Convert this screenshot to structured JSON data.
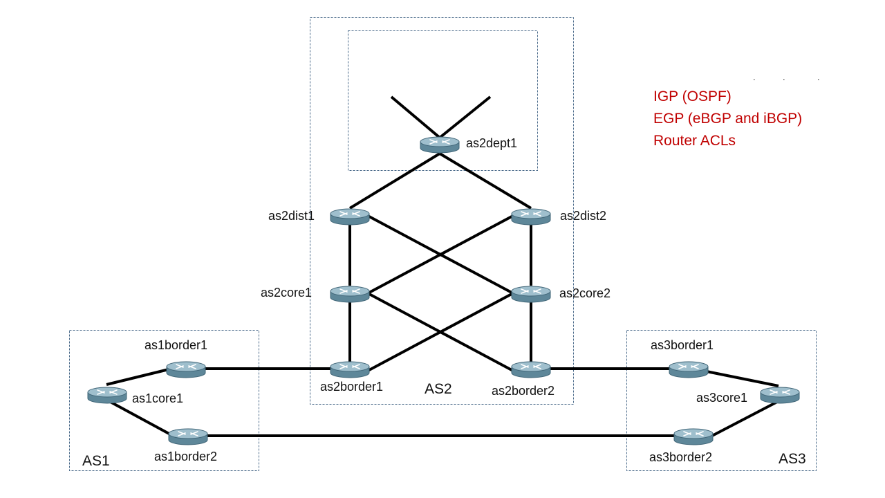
{
  "diagram": {
    "autonomous_systems": [
      {
        "id": "as1",
        "label": "AS1"
      },
      {
        "id": "as2",
        "label": "AS2"
      },
      {
        "id": "as3",
        "label": "AS3"
      }
    ],
    "routers": [
      {
        "id": "as2dept1",
        "label": "as2dept1"
      },
      {
        "id": "as2dist1",
        "label": "as2dist1"
      },
      {
        "id": "as2dist2",
        "label": "as2dist2"
      },
      {
        "id": "as2core1",
        "label": "as2core1"
      },
      {
        "id": "as2core2",
        "label": "as2core2"
      },
      {
        "id": "as2border1",
        "label": "as2border1"
      },
      {
        "id": "as2border2",
        "label": "as2border2"
      },
      {
        "id": "as1border1",
        "label": "as1border1"
      },
      {
        "id": "as1border2",
        "label": "as1border2"
      },
      {
        "id": "as1core1",
        "label": "as1core1"
      },
      {
        "id": "as3border1",
        "label": "as3border1"
      },
      {
        "id": "as3border2",
        "label": "as3border2"
      },
      {
        "id": "as3core1",
        "label": "as3core1"
      }
    ],
    "links": [
      [
        "as2dept1",
        "as2dist1"
      ],
      [
        "as2dept1",
        "as2dist2"
      ],
      [
        "as2dist1",
        "as2core1"
      ],
      [
        "as2dist1",
        "as2core2"
      ],
      [
        "as2dist2",
        "as2core1"
      ],
      [
        "as2dist2",
        "as2core2"
      ],
      [
        "as2core1",
        "as2border1"
      ],
      [
        "as2core1",
        "as2border2"
      ],
      [
        "as2core2",
        "as2border1"
      ],
      [
        "as2core2",
        "as2border2"
      ],
      [
        "as1border1",
        "as2border1"
      ],
      [
        "as2border2",
        "as3border1"
      ],
      [
        "as1core1",
        "as1border1"
      ],
      [
        "as1core1",
        "as1border2"
      ],
      [
        "as1border2",
        "as3border2"
      ],
      [
        "as3border1",
        "as3core1"
      ],
      [
        "as3border2",
        "as3core1"
      ]
    ],
    "legend": [
      "IGP (OSPF)",
      "EGP (eBGP and iBGP)",
      "Router ACLs"
    ],
    "colors": {
      "legend_text": "#c00000",
      "box_border": "#4a6a8a",
      "link": "#000000",
      "router_top": "#9fbfcd",
      "router_body": "#5e8799"
    }
  }
}
